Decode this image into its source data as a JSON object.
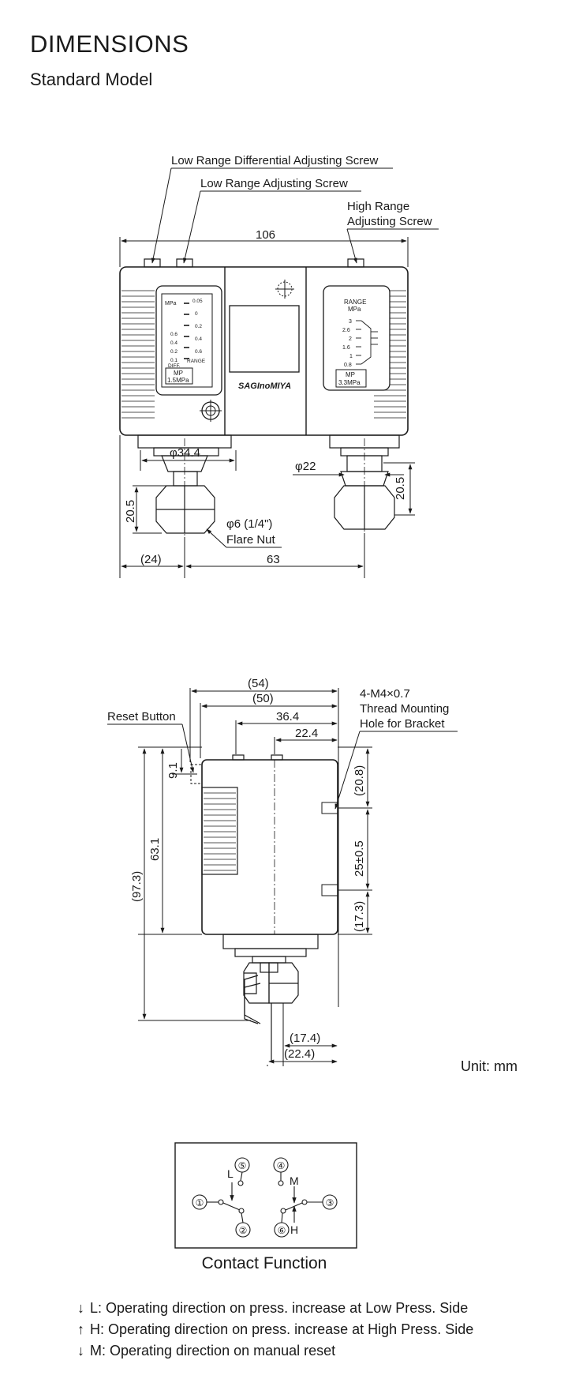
{
  "header": {
    "title": "DIMENSIONS",
    "subtitle": "Standard Model"
  },
  "front_view": {
    "callouts": {
      "low_diff_screw": "Low Range Differential Adjusting Screw",
      "low_adj_screw": "Low Range Adjusting Screw",
      "high_adj_screw_line1": "High Range",
      "high_adj_screw_line2": "Adjusting Screw",
      "flare_line1": "φ6 (1/4\")",
      "flare_line2": "Flare Nut"
    },
    "dimensions": {
      "width": "106",
      "low_port_dia": "φ34.4",
      "high_port_dia": "φ22",
      "left_fitting_height": "20.5",
      "right_fitting_height": "20.5",
      "left_offset": "(24)",
      "port_spacing": "63"
    },
    "low_scale": {
      "unit": "MPa",
      "range_ticks": [
        "0.05",
        "0",
        "0.2",
        "0.4",
        "0.6"
      ],
      "diff_ticks": [
        "0.6",
        "0.4",
        "0.2",
        "0.1"
      ],
      "diff_label": "DIFF.",
      "range_label": "RANGE",
      "mp_label": "MP",
      "mp_value": "1.5MPa"
    },
    "high_scale": {
      "range_label": "RANGE",
      "unit": "MPa",
      "ticks": [
        "3",
        "2.6",
        "2",
        "1.6",
        "1",
        "0.8"
      ],
      "mp_label": "MP",
      "mp_value": "3.3MPa"
    },
    "brand_logo": "SAGInoMIYA"
  },
  "side_view": {
    "callouts": {
      "reset_button": "Reset Button",
      "thread_line1": "4-M4×0.7",
      "thread_line2": "Thread Mounting",
      "thread_line3": "Hole for Bracket"
    },
    "dimensions": {
      "d54": "(54)",
      "d50": "(50)",
      "d36_4": "36.4",
      "d22_4_top": "22.4",
      "d9_1": "9.1",
      "d63_1": "63.1",
      "d97_3": "(97.3)",
      "d20_8": "(20.8)",
      "d25": "25±0.5",
      "d17_3_right": "(17.3)",
      "d17_4": "(17.4)",
      "d22_4_bottom": "(22.4)"
    }
  },
  "unit_label": "Unit: mm",
  "contact": {
    "terminals": [
      "①",
      "②",
      "③",
      "④",
      "⑤",
      "⑥"
    ],
    "labels": {
      "L": "L",
      "M": "M",
      "H": "H"
    },
    "title": "Contact Function"
  },
  "legend": [
    {
      "arrow": "↓",
      "text": "L: Operating direction on press. increase at Low Press. Side"
    },
    {
      "arrow": "↑",
      "text": "H: Operating direction on press. increase at High Press. Side"
    },
    {
      "arrow": "↓",
      "text": "M: Operating direction on manual reset"
    }
  ]
}
